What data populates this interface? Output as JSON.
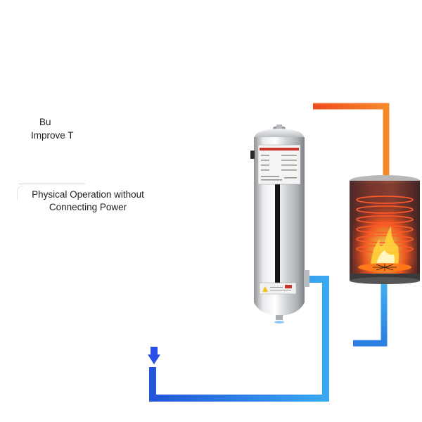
{
  "text": {
    "partial_line_1": "Bu",
    "partial_line_2": "Improve T",
    "caption_line_1": "Physical Operation without",
    "caption_line_2": "Connecting Power"
  },
  "colors": {
    "hot_pipe": "#f26a21",
    "cold_pipe": "#2f7fe6",
    "cold_pipe_light": "#3aa3ee",
    "steel": "#c9ccd0",
    "label_red": "#c8352b",
    "heater_glow": "#ff4d1f",
    "text": "#1e1e1e"
  },
  "icons": {
    "inlet_arrow": "arrow-down-icon",
    "flame": "flame-icon"
  }
}
